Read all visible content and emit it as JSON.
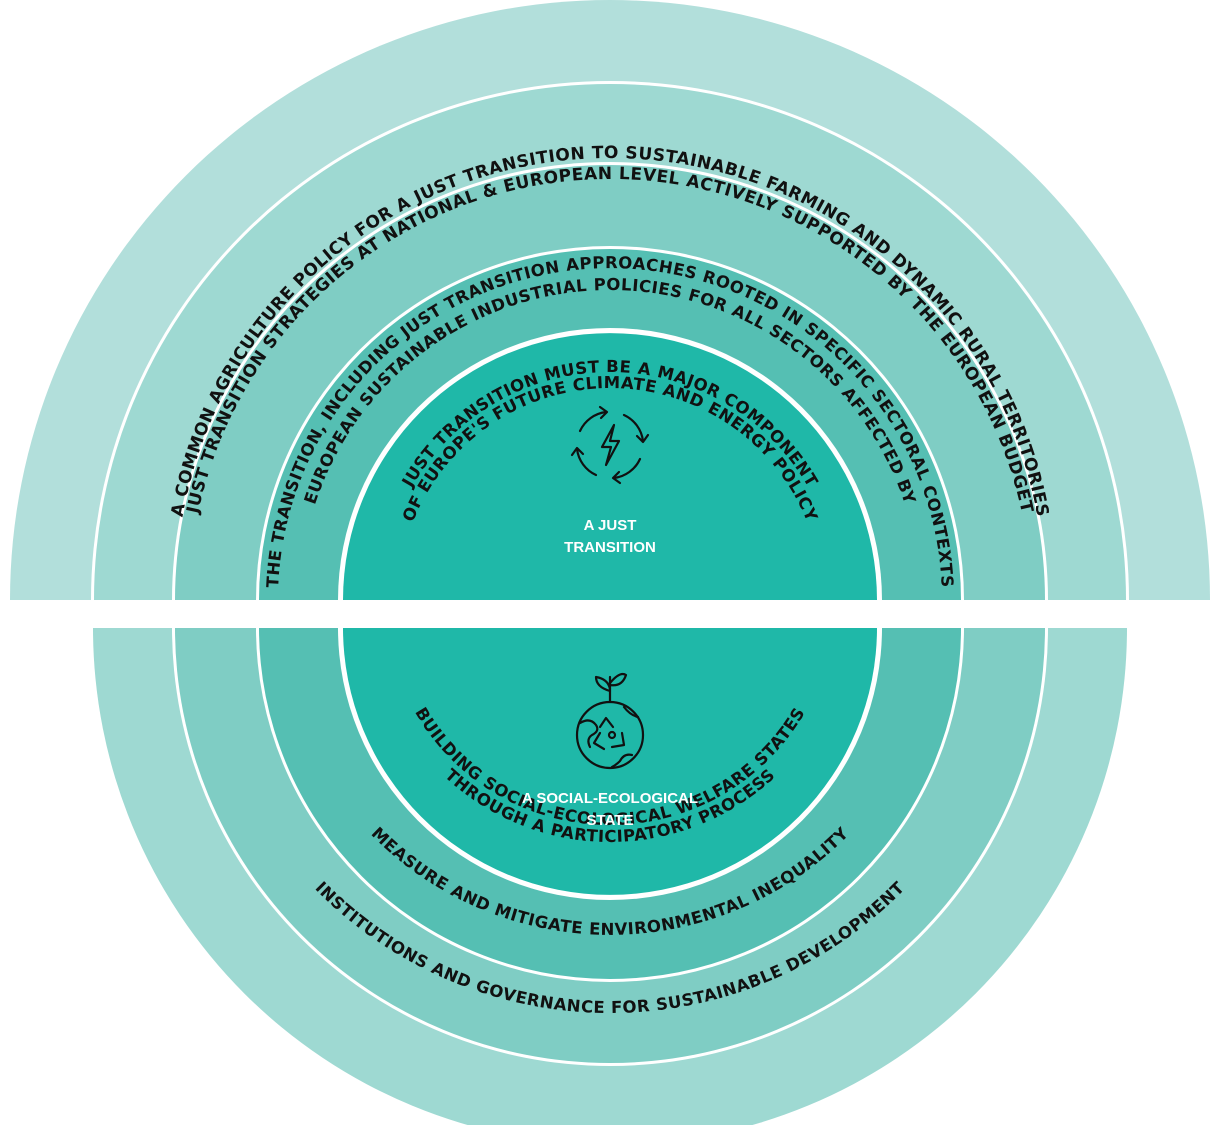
{
  "colors": {
    "ring_outer": "#b2dfdb",
    "ring_2": "#9ed9d2",
    "ring_3": "#7fcdc4",
    "ring_4": "#55bfb3",
    "core": "#1fb8a8",
    "gap": "#ffffff"
  },
  "top": {
    "center_label_line1": "A JUST",
    "center_label_line2": "TRANSITION",
    "icon": "energy-cycle-icon",
    "rings": [
      "JUST TRANSITION STRATEGIES AT NATIONAL & EUROPEAN LEVEL ACTIVELY SUPPORTED BY THE EUROPEAN BUDGET",
      "A COMMON AGRICULTURE POLICY FOR A JUST TRANSITION TO SUSTAINABLE FARMING AND DYNAMIC RURAL TERRITORIES",
      "EUROPEAN SUSTAINABLE INDUSTRIAL POLICIES FOR ALL SECTORS AFFECTED BY",
      "THE TRANSITION, INCLUDING JUST TRANSITION APPROACHES ROOTED IN SPECIFIC SECTORAL CONTEXTS",
      "JUST TRANSITION MUST BE A MAJOR COMPONENT",
      "OF EUROPE'S FUTURE CLIMATE AND ENERGY POLICY"
    ]
  },
  "bottom": {
    "center_label_line1": "A SOCIAL-ECOLOGICAL",
    "center_label_line2": "STATE",
    "icon": "globe-plant-recycle-icon",
    "rings": [
      "BUILDING SOCIAL-ECOLOGICAL WELFARE STATES",
      "THROUGH A PARTICIPATORY PROCESS",
      "MEASURE AND MITIGATE ENVIRONMENTAL INEQUALITY",
      "INSTITUTIONS AND GOVERNANCE FOR SUSTAINABLE DEVELOPMENT"
    ]
  }
}
